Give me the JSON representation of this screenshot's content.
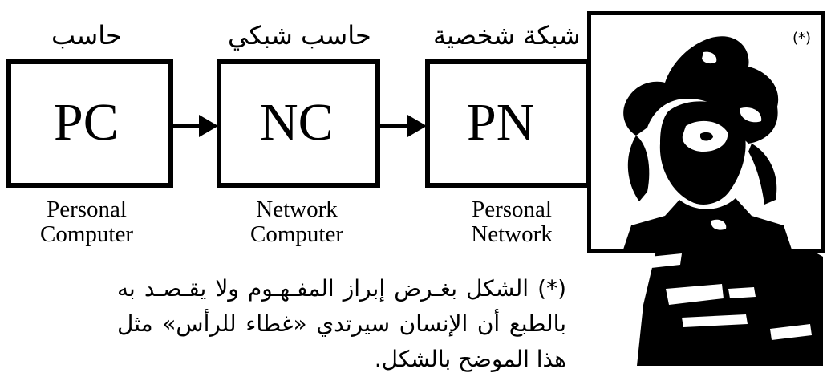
{
  "nodes": [
    {
      "ar": "حاسب",
      "abbr": "PC",
      "en_line1": "Personal",
      "en_line2": "Computer"
    },
    {
      "ar": "حاسب شبكي",
      "abbr": "NC",
      "en_line1": "Network",
      "en_line2": "Computer"
    },
    {
      "ar": "شبكة شخصية",
      "abbr": "PN",
      "en_line1": "Personal",
      "en_line2": "Network"
    }
  ],
  "figure": {
    "marker": "(*)",
    "image_icon": "person-with-headwear-silhouette-icon"
  },
  "footnote": {
    "text": "(*) الشكل بغـرض إبراز المفـهـوم ولا يقـصـد به بالطبع أن الإنسان سيرتدي «غطاء للرأس» مثل هذا الموضح بالشكل."
  },
  "colors": {
    "ink": "#000000",
    "paper": "#ffffff"
  }
}
